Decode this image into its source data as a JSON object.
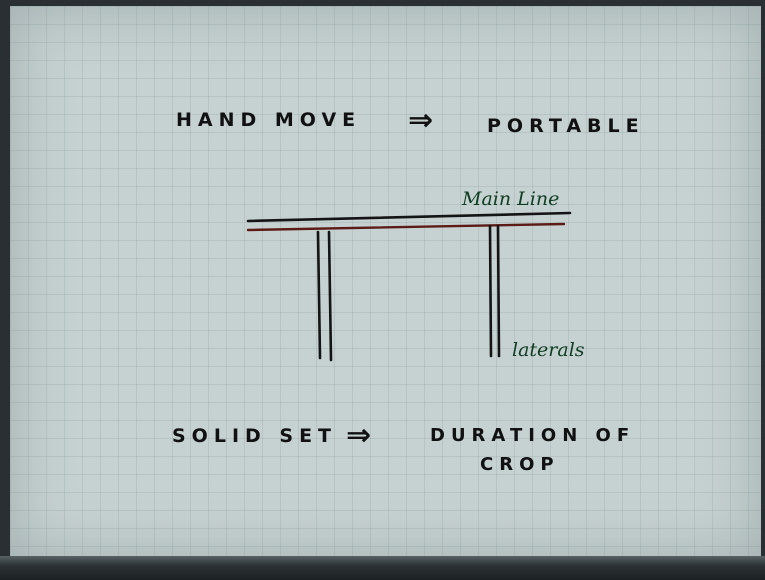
{
  "line1": {
    "left": "HAND MOVE",
    "arrow": "⇒",
    "right": "PORTABLE"
  },
  "diagram": {
    "main_label": "Main Line",
    "lateral_label": "laterals"
  },
  "line2": {
    "left": "SOLID SET",
    "arrow": "⇒",
    "right_line1": "DURATION OF",
    "right_line2": "CROP"
  },
  "colors": {
    "paper": "#c6d1d1",
    "ink_black": "#141414",
    "ink_red": "#5b1b16",
    "ink_green": "#0f3d22"
  }
}
